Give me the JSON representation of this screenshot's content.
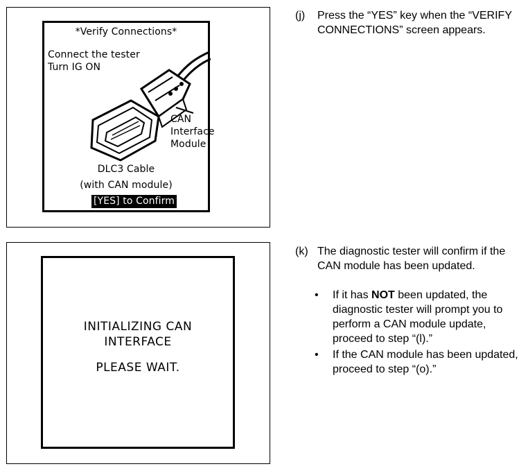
{
  "panel1": {
    "title": "*Verify Connections*",
    "line_connect": "Connect the tester",
    "line_ig": "Turn IG ON",
    "can_label_1": "CAN",
    "can_label_2": "Interface",
    "can_label_3": "Module",
    "dlc_line_1": "DLC3 Cable",
    "dlc_line_2": "(with CAN module)",
    "confirm": "[YES] to Confirm"
  },
  "panel2": {
    "line1": "INITIALIZING  CAN",
    "line2": "INTERFACE",
    "line3": "PLEASE  WAIT."
  },
  "step_j": {
    "letter": "(j)",
    "text": "Press the “YES” key when the “VERIFY CONNECTIONS” screen appears."
  },
  "step_k": {
    "letter": "(k)",
    "text": "The diagnostic tester will confirm if the CAN module has been updated.",
    "bullet_dot": "•",
    "bullet1_pre": "If it has ",
    "bullet1_bold": "NOT",
    "bullet1_post": " been updated, the diagnostic tester will prompt you to perform a CAN module update, proceed to step “(l).”",
    "bullet2": "If the CAN module has been updated, proceed to step “(o).”"
  }
}
